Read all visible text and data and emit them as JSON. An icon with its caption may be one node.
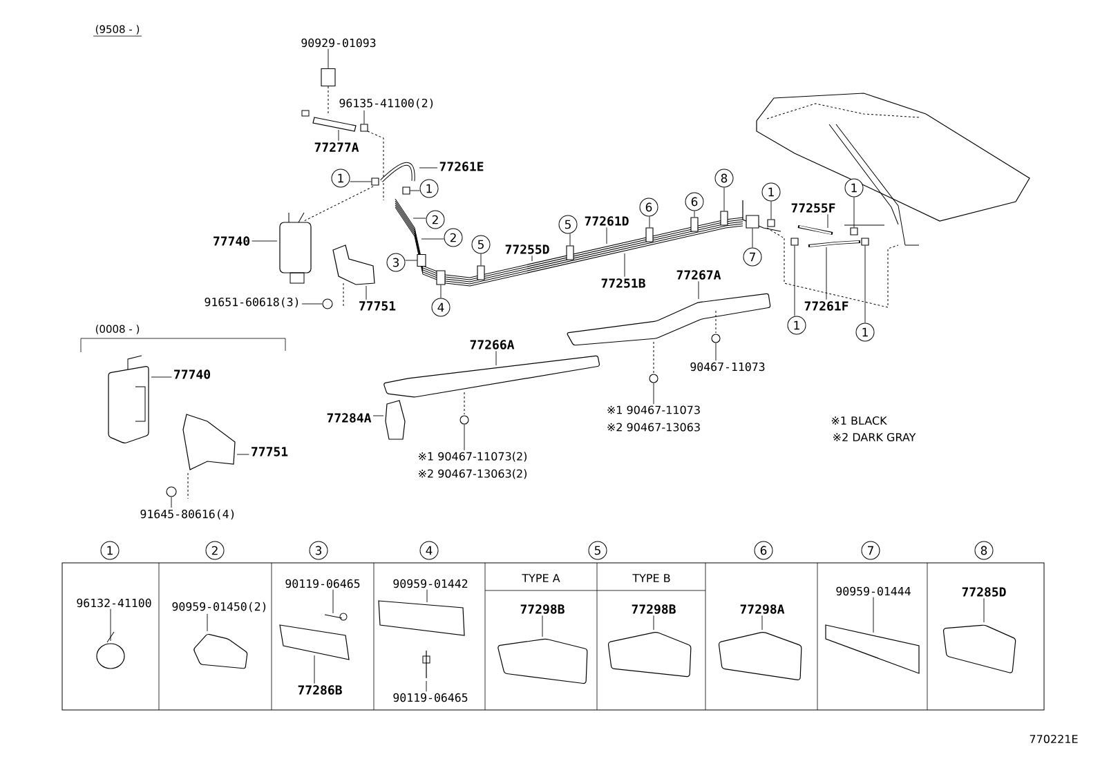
{
  "diagram": {
    "nodes": [
      {
        "text": [
          "90929-01093"
        ]
      },
      {
        "text": [
          "96135-41100(2)"
        ]
      },
      {
        "text": [
          "77277A"
        ]
      },
      {
        "text": [
          "1"
        ]
      },
      {
        "text": [
          "77261E"
        ]
      },
      {
        "text": [
          "1"
        ]
      },
      {
        "text": [
          "2"
        ]
      },
      {
        "text": [
          "2"
        ]
      },
      {
        "text": [
          "77740"
        ]
      },
      {
        "text": [
          "3"
        ]
      },
      {
        "text": [
          "77751"
        ]
      },
      {
        "text": [
          "91651-60618(3)"
        ]
      },
      {
        "text": [
          "4"
        ]
      },
      {
        "text": [
          "5"
        ]
      },
      {
        "text": [
          "77255D"
        ]
      },
      {
        "text": [
          "5"
        ]
      },
      {
        "text": [
          "77261D"
        ]
      },
      {
        "text": [
          "6"
        ]
      },
      {
        "text": [
          "77251B"
        ]
      },
      {
        "text": [
          "6"
        ]
      },
      {
        "text": [
          "8"
        ]
      },
      {
        "text": [
          "7"
        ]
      },
      {
        "text": [
          "1"
        ]
      },
      {
        "text": [
          "77255F"
        ]
      },
      {
        "text": [
          "1"
        ]
      },
      {
        "text": [
          "77261F"
        ]
      },
      {
        "text": [
          "1"
        ]
      },
      {
        "text": [
          "1"
        ]
      },
      {
        "text": [
          "77267A"
        ]
      },
      {
        "text": [
          "90467-11073"
        ]
      },
      {
        "text": [
          "77266A"
        ]
      },
      {
        "text": [
          "77284A"
        ]
      },
      {
        "text": [
          "※1 90467-11073(2)",
          "※2 90467-13063(2)"
        ]
      },
      {
        "text": [
          "※1 90467-11073",
          "※2 90467-13063"
        ]
      },
      {
        "text": [
          "77740"
        ]
      },
      {
        "text": [
          "77751"
        ]
      },
      {
        "text": [
          "91645-80616(4)"
        ]
      },
      {
        "text": [
          "96132-41100"
        ]
      },
      {
        "text": [
          "90959-01450(2)"
        ]
      },
      {
        "text": [
          "90119-06465"
        ]
      },
      {
        "text": [
          "77286B"
        ]
      },
      {
        "text": [
          "90959-01442"
        ]
      },
      {
        "text": [
          "90119-06465"
        ]
      },
      {
        "text": [
          "77298B"
        ]
      },
      {
        "text": [
          "77298B"
        ]
      },
      {
        "text": [
          "77298A"
        ]
      },
      {
        "text": [
          "90959-01444"
        ]
      },
      {
        "text": [
          "77285D"
        ]
      },
      {
        "text": [],
        "shape": "box"
      },
      {
        "text": [],
        "shape": "box"
      },
      {
        "text": [],
        "shape": "box"
      },
      {
        "text": [],
        "shape": "box"
      },
      {
        "text": [],
        "shape": "box"
      },
      {
        "text": [],
        "shape": "circle"
      },
      {
        "text": [],
        "shape": "box"
      },
      {
        "text": [],
        "shape": "box"
      },
      {
        "text": [],
        "shape": "box"
      },
      {
        "text": [],
        "shape": "box"
      },
      {
        "text": [],
        "shape": "box"
      },
      {
        "text": [],
        "shape": "box"
      },
      {
        "text": [],
        "shape": "box"
      },
      {
        "text": [],
        "shape": "box"
      },
      {
        "text": [],
        "shape": "box"
      },
      {
        "text": [],
        "shape": "box"
      },
      {
        "text": [],
        "shape": "box"
      },
      {
        "text": [],
        "shape": "circle"
      },
      {
        "text": [],
        "shape": "circle"
      },
      {
        "text": [],
        "shape": "circle"
      },
      {
        "text": [],
        "shape": "circle"
      }
    ],
    "edges": [
      {
        "from": 0,
        "to": 48,
        "arrow": "none"
      },
      {
        "from": 1,
        "to": 49,
        "arrow": "none"
      },
      {
        "from": 2,
        "to": null,
        "arrow": "none"
      },
      {
        "from": 3,
        "to": 50,
        "arrow": "none"
      },
      {
        "from": 4,
        "to": null,
        "arrow": "none"
      },
      {
        "from": 5,
        "to": 51,
        "arrow": "none"
      },
      {
        "from": 6,
        "to": null,
        "arrow": "none"
      },
      {
        "from": 7,
        "to": null,
        "arrow": "none"
      },
      {
        "from": 8,
        "to": null,
        "arrow": "none"
      },
      {
        "from": 9,
        "to": 52,
        "arrow": "none"
      },
      {
        "from": 10,
        "to": null,
        "arrow": "none"
      },
      {
        "from": 11,
        "to": 53,
        "arrow": "none"
      },
      {
        "from": 12,
        "to": 54,
        "arrow": "none"
      },
      {
        "from": 13,
        "to": 55,
        "arrow": "none"
      },
      {
        "from": 14,
        "to": null,
        "arrow": "none"
      },
      {
        "from": 15,
        "to": 56,
        "arrow": "none"
      },
      {
        "from": 16,
        "to": null,
        "arrow": "none"
      },
      {
        "from": 17,
        "to": 57,
        "arrow": "none"
      },
      {
        "from": 18,
        "to": null,
        "arrow": "none"
      },
      {
        "from": 19,
        "to": 58,
        "arrow": "none"
      },
      {
        "from": 20,
        "to": 59,
        "arrow": "none"
      },
      {
        "from": 21,
        "to": 60,
        "arrow": "none"
      },
      {
        "from": 22,
        "to": 61,
        "arrow": "none"
      },
      {
        "from": 23,
        "to": null,
        "arrow": "none"
      },
      {
        "from": 24,
        "to": 62,
        "arrow": "none"
      },
      {
        "from": 25,
        "to": null,
        "arrow": "none"
      },
      {
        "from": 26,
        "to": 63,
        "arrow": "none"
      },
      {
        "from": 27,
        "to": 64,
        "arrow": "none"
      },
      {
        "from": 28,
        "to": null,
        "arrow": "none"
      },
      {
        "from": 29,
        "to": 65,
        "arrow": "none"
      },
      {
        "from": 30,
        "to": null,
        "arrow": "none"
      },
      {
        "from": 31,
        "to": null,
        "arrow": "none"
      },
      {
        "from": 32,
        "to": 66,
        "arrow": "none"
      },
      {
        "from": 33,
        "to": 67,
        "arrow": "none"
      },
      {
        "from": 34,
        "to": null,
        "arrow": "none"
      },
      {
        "from": 35,
        "to": null,
        "arrow": "none"
      },
      {
        "from": 36,
        "to": 68,
        "arrow": "none"
      },
      {
        "from": 37,
        "to": null,
        "arrow": "none"
      },
      {
        "from": 38,
        "to": null,
        "arrow": "none"
      },
      {
        "from": 39,
        "to": null,
        "arrow": "none"
      },
      {
        "from": 40,
        "to": null,
        "arrow": "none"
      },
      {
        "from": 41,
        "to": null,
        "arrow": "none"
      },
      {
        "from": 42,
        "to": null,
        "arrow": "none"
      },
      {
        "from": 43,
        "to": null,
        "arrow": "none"
      },
      {
        "from": 44,
        "to": null,
        "arrow": "none"
      },
      {
        "from": 45,
        "to": null,
        "arrow": "none"
      },
      {
        "from": 46,
        "to": null,
        "arrow": "none"
      },
      {
        "from": 47,
        "to": null,
        "arrow": "none"
      }
    ],
    "labels": [
      "(9508 -    )",
      "(0008 -    )",
      "※1  BLACK",
      "※2  DARK  GRAY",
      "1",
      "2",
      "3",
      "4",
      "5",
      "6",
      "7",
      "8",
      "TYPE  A",
      "TYPE  B",
      "770221E"
    ]
  }
}
